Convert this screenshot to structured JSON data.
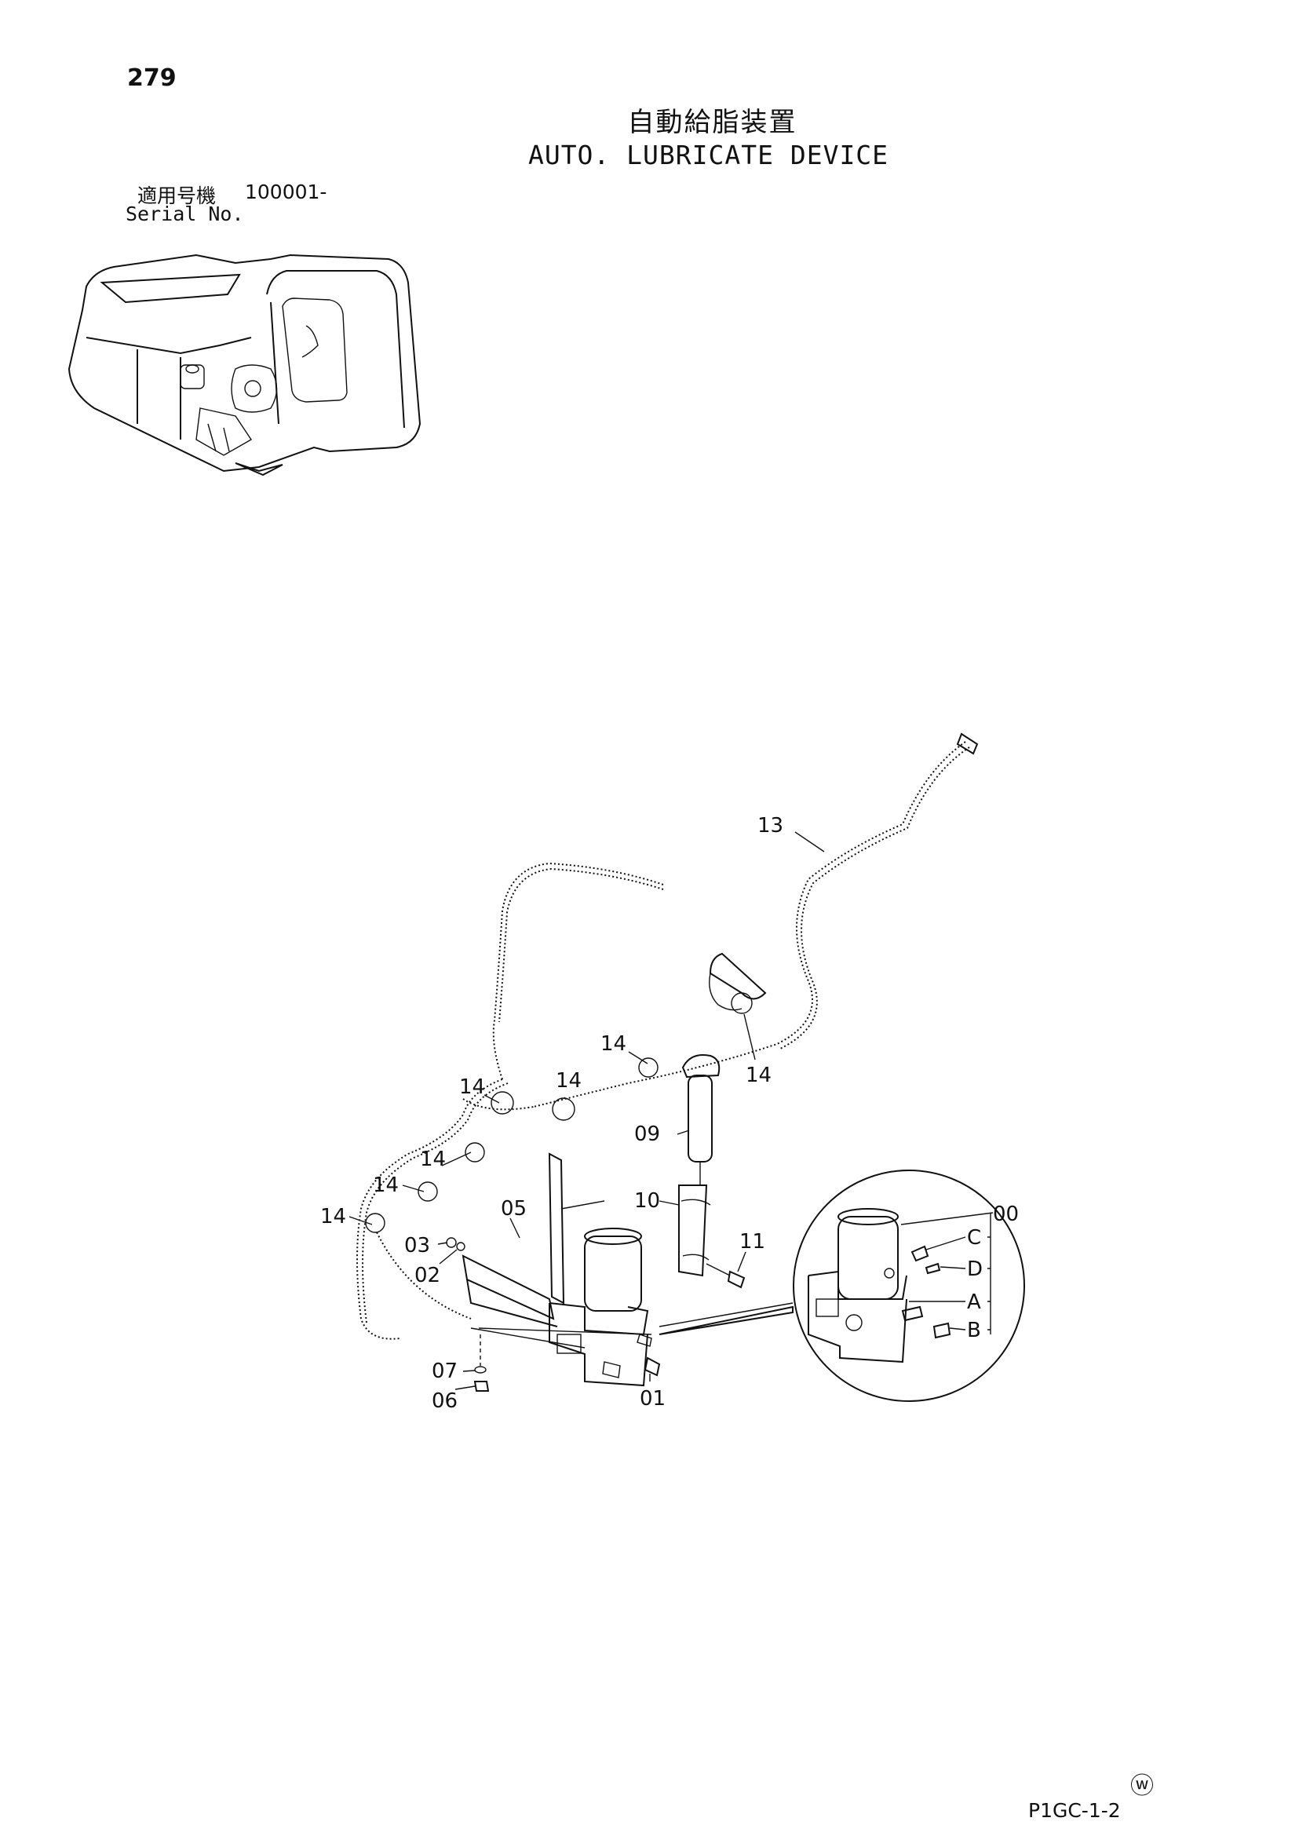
{
  "header": {
    "page_number": "279",
    "title_jp": "自動給脂装置",
    "title_en": "AUTO. LUBRICATE DEVICE",
    "serial_label_jp": "適用号機",
    "serial_number": "100001-",
    "serial_label_en": "Serial No."
  },
  "callouts": {
    "c13": "13",
    "c14a": "14",
    "c14b": "14",
    "c14c": "14",
    "c14d": "14",
    "c14e": "14",
    "c14f": "14",
    "c14g": "14",
    "c09": "09",
    "c10": "10",
    "c11": "11",
    "c05": "05",
    "c03": "03",
    "c02": "02",
    "c07": "07",
    "c06": "06",
    "c01": "01",
    "c00": "00",
    "cC": "C",
    "cD": "D",
    "cA": "A",
    "cB": "B"
  },
  "footer": {
    "mark": "ⓦ",
    "code": "P1GC-1-2"
  }
}
